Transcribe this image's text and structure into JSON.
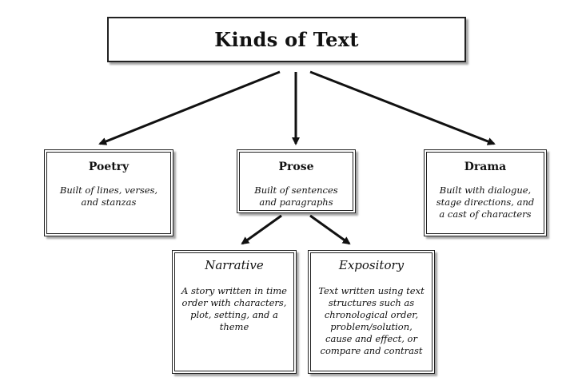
{
  "title": "Kinds of Text",
  "categories": [
    {
      "label": "Poetry",
      "description": "Built of lines, verses, and stanzas"
    },
    {
      "label": "Prose",
      "description": "Built of sentences and paragraphs"
    },
    {
      "label": "Drama",
      "description": "Built with dialogue, stage directions, and a cast of characters"
    }
  ],
  "prose_types": [
    {
      "label": "Narrative",
      "description": "A story written in time order with characters, plot, setting, and a theme"
    },
    {
      "label": "Expository",
      "description": "Text written using text structures such as chronological order, problem/solution, cause and effect, or compare and contrast"
    }
  ]
}
